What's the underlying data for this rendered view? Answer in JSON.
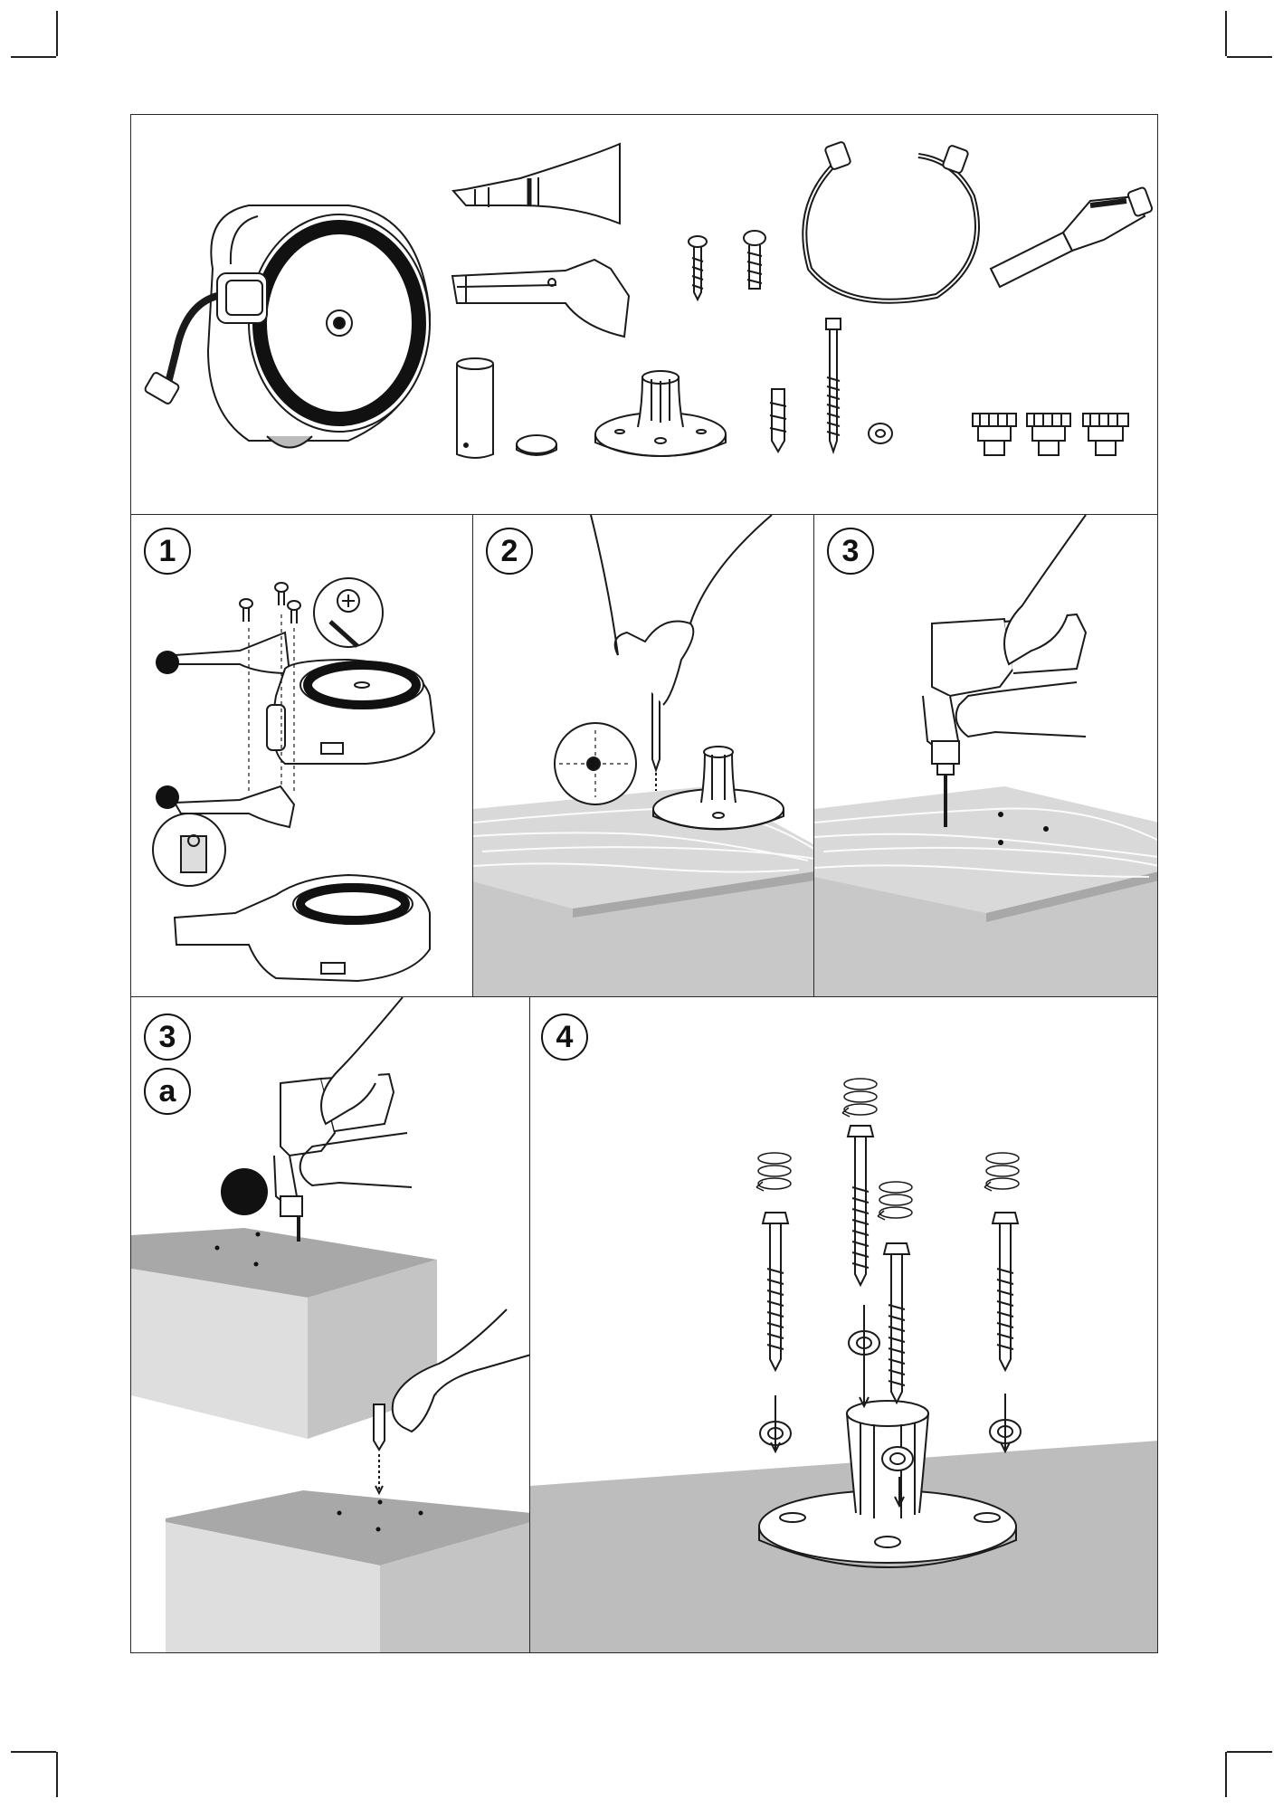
{
  "steps": {
    "step1": "1",
    "step2": "2",
    "step3": "3",
    "step3a_num": "3",
    "step3a_letter": "a",
    "step4": "4"
  },
  "colors": {
    "outline": "#1a1a1a",
    "surface_dark": "#a8a8a8",
    "surface_mid": "#c4c4c4",
    "surface_light": "#dedede",
    "wood": "#d9d9d9"
  },
  "icons": [
    "hose-reel-icon",
    "wall-bracket-icon",
    "screw-icon",
    "hose-icon",
    "spray-nozzle-icon",
    "spacer-tube-icon",
    "cap-icon",
    "mounting-base-icon",
    "wall-plug-icon",
    "lag-bolt-icon",
    "washer-icon",
    "tap-adapter-icon",
    "drill-icon",
    "pencil-icon",
    "rotation-arrow-icon"
  ]
}
